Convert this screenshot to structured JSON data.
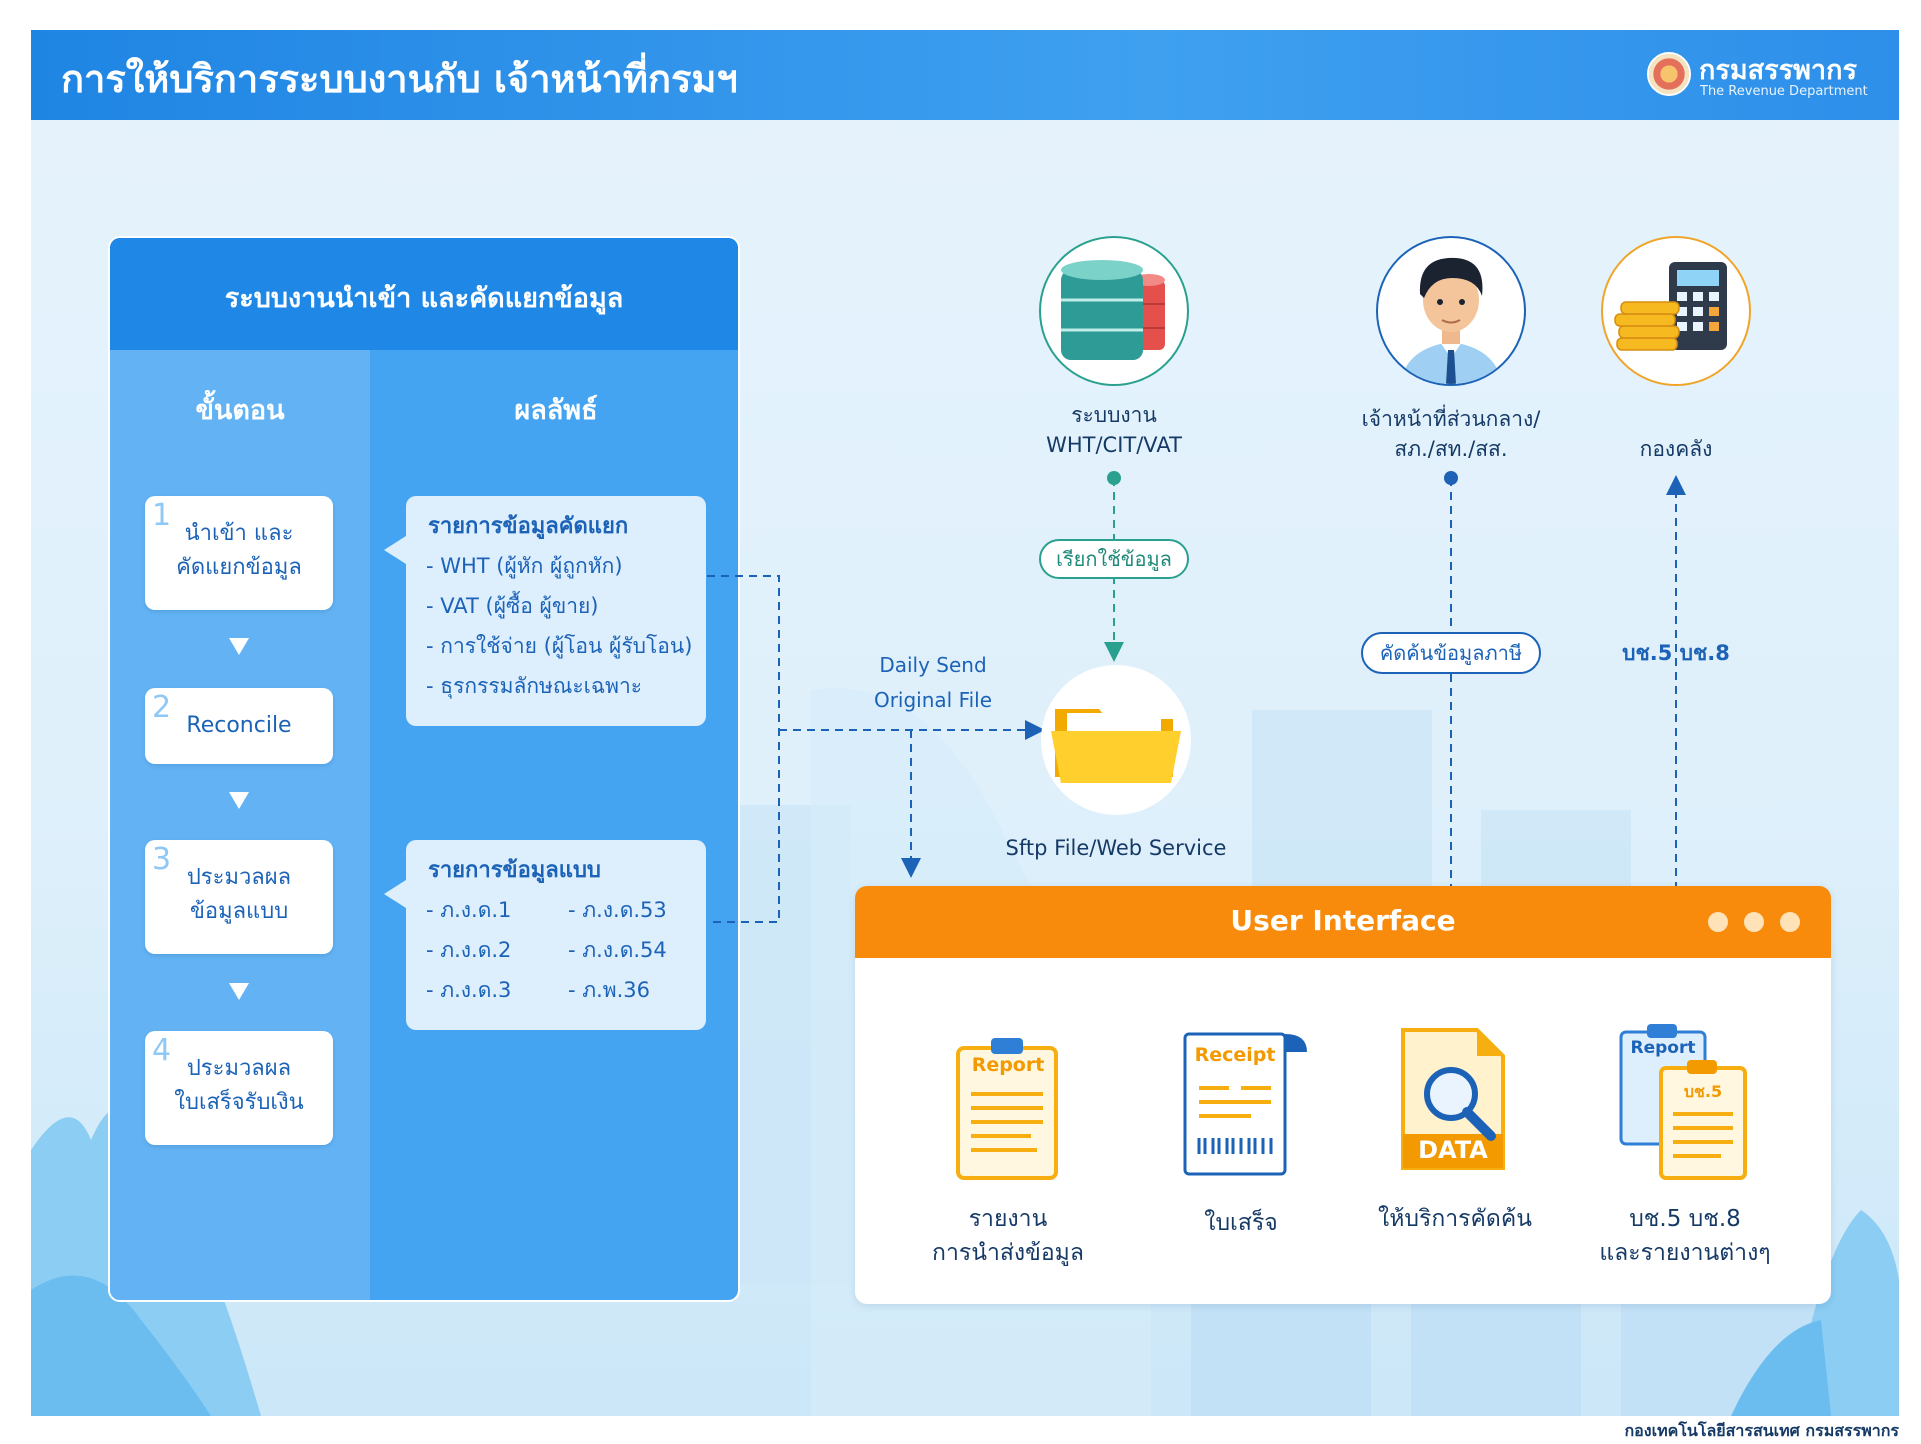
{
  "header": {
    "title": "การให้บริการระบบงานกับ เจ้าหน้าที่กรมฯ",
    "logo_th": "กรมสรรพากร",
    "logo_en": "The Revenue Department"
  },
  "panel": {
    "title": "ระบบงานนำเข้า และคัดแยกข้อมูล",
    "steps_header": "ขั้นตอน",
    "results_header": "ผลลัพธ์",
    "steps": [
      {
        "num": "1",
        "line1": "นำเข้า และ",
        "line2": "คัดแยกข้อมูล"
      },
      {
        "num": "2",
        "line1": "Reconcile",
        "line2": ""
      },
      {
        "num": "3",
        "line1": "ประมวลผล",
        "line2": "ข้อมูลแบบ"
      },
      {
        "num": "4",
        "line1": "ประมวลผล",
        "line2": "ใบเสร็จรับเงิน"
      }
    ],
    "result1": {
      "title": "รายการข้อมูลคัดแยก",
      "items": [
        "- WHT (ผู้หัก ผู้ถูกหัก)",
        "- VAT (ผู้ซื้อ ผู้ขาย)",
        "- การใช้จ่าย (ผู้โอน ผู้รับโอน)",
        "- ธุรกรรมลักษณะเฉพาะ"
      ]
    },
    "result2": {
      "title": "รายการข้อมูลแบบ",
      "items": [
        "- ภ.ง.ด.1",
        "- ภ.ง.ด.53",
        "- ภ.ง.ด.2",
        "- ภ.ง.ด.54",
        "- ภ.ง.ด.3",
        "- ภ.พ.36"
      ]
    }
  },
  "nodes": {
    "system_line1": "ระบบงาน",
    "system_line2": "WHT/CIT/VAT",
    "officer_line1": "เจ้าหน้าที่ส่วนกลาง/",
    "officer_line2": "สภ./สท./สส.",
    "treasury": "กองคลัง",
    "sftp": "Sftp File/Web Service"
  },
  "flow": {
    "pill_fetch": "เรียกใช้ข้อมูล",
    "pill_search": "คัดค้นข้อมูลภาษี",
    "bs_label": "บช.5  บช.8",
    "daily_line1": "Daily Send",
    "daily_line2": "Original File"
  },
  "ui": {
    "title": "User Interface",
    "items": [
      {
        "icon_text": "Report",
        "line1": "รายงาน",
        "line2": "การนำส่งข้อมูล"
      },
      {
        "icon_text": "Receipt",
        "line1": "ใบเสร็จ",
        "line2": ""
      },
      {
        "icon_text": "DATA",
        "line1": "ให้บริการคัดค้น",
        "line2": ""
      },
      {
        "icon_text": "Report",
        "icon_text2": "บช.5",
        "line1": "บช.5  บช.8",
        "line2": "และรายงานต่างๆ"
      }
    ]
  },
  "footer": "กองเทคโนโลยีสารสนเทศ กรมสรรพากร",
  "colors": {
    "header_blue": "#1f85e3",
    "panel_blue": "#45a4f2",
    "accent_orange": "#f88a0c",
    "teal": "#2aa08f",
    "dark_blue": "#1c63b8"
  }
}
